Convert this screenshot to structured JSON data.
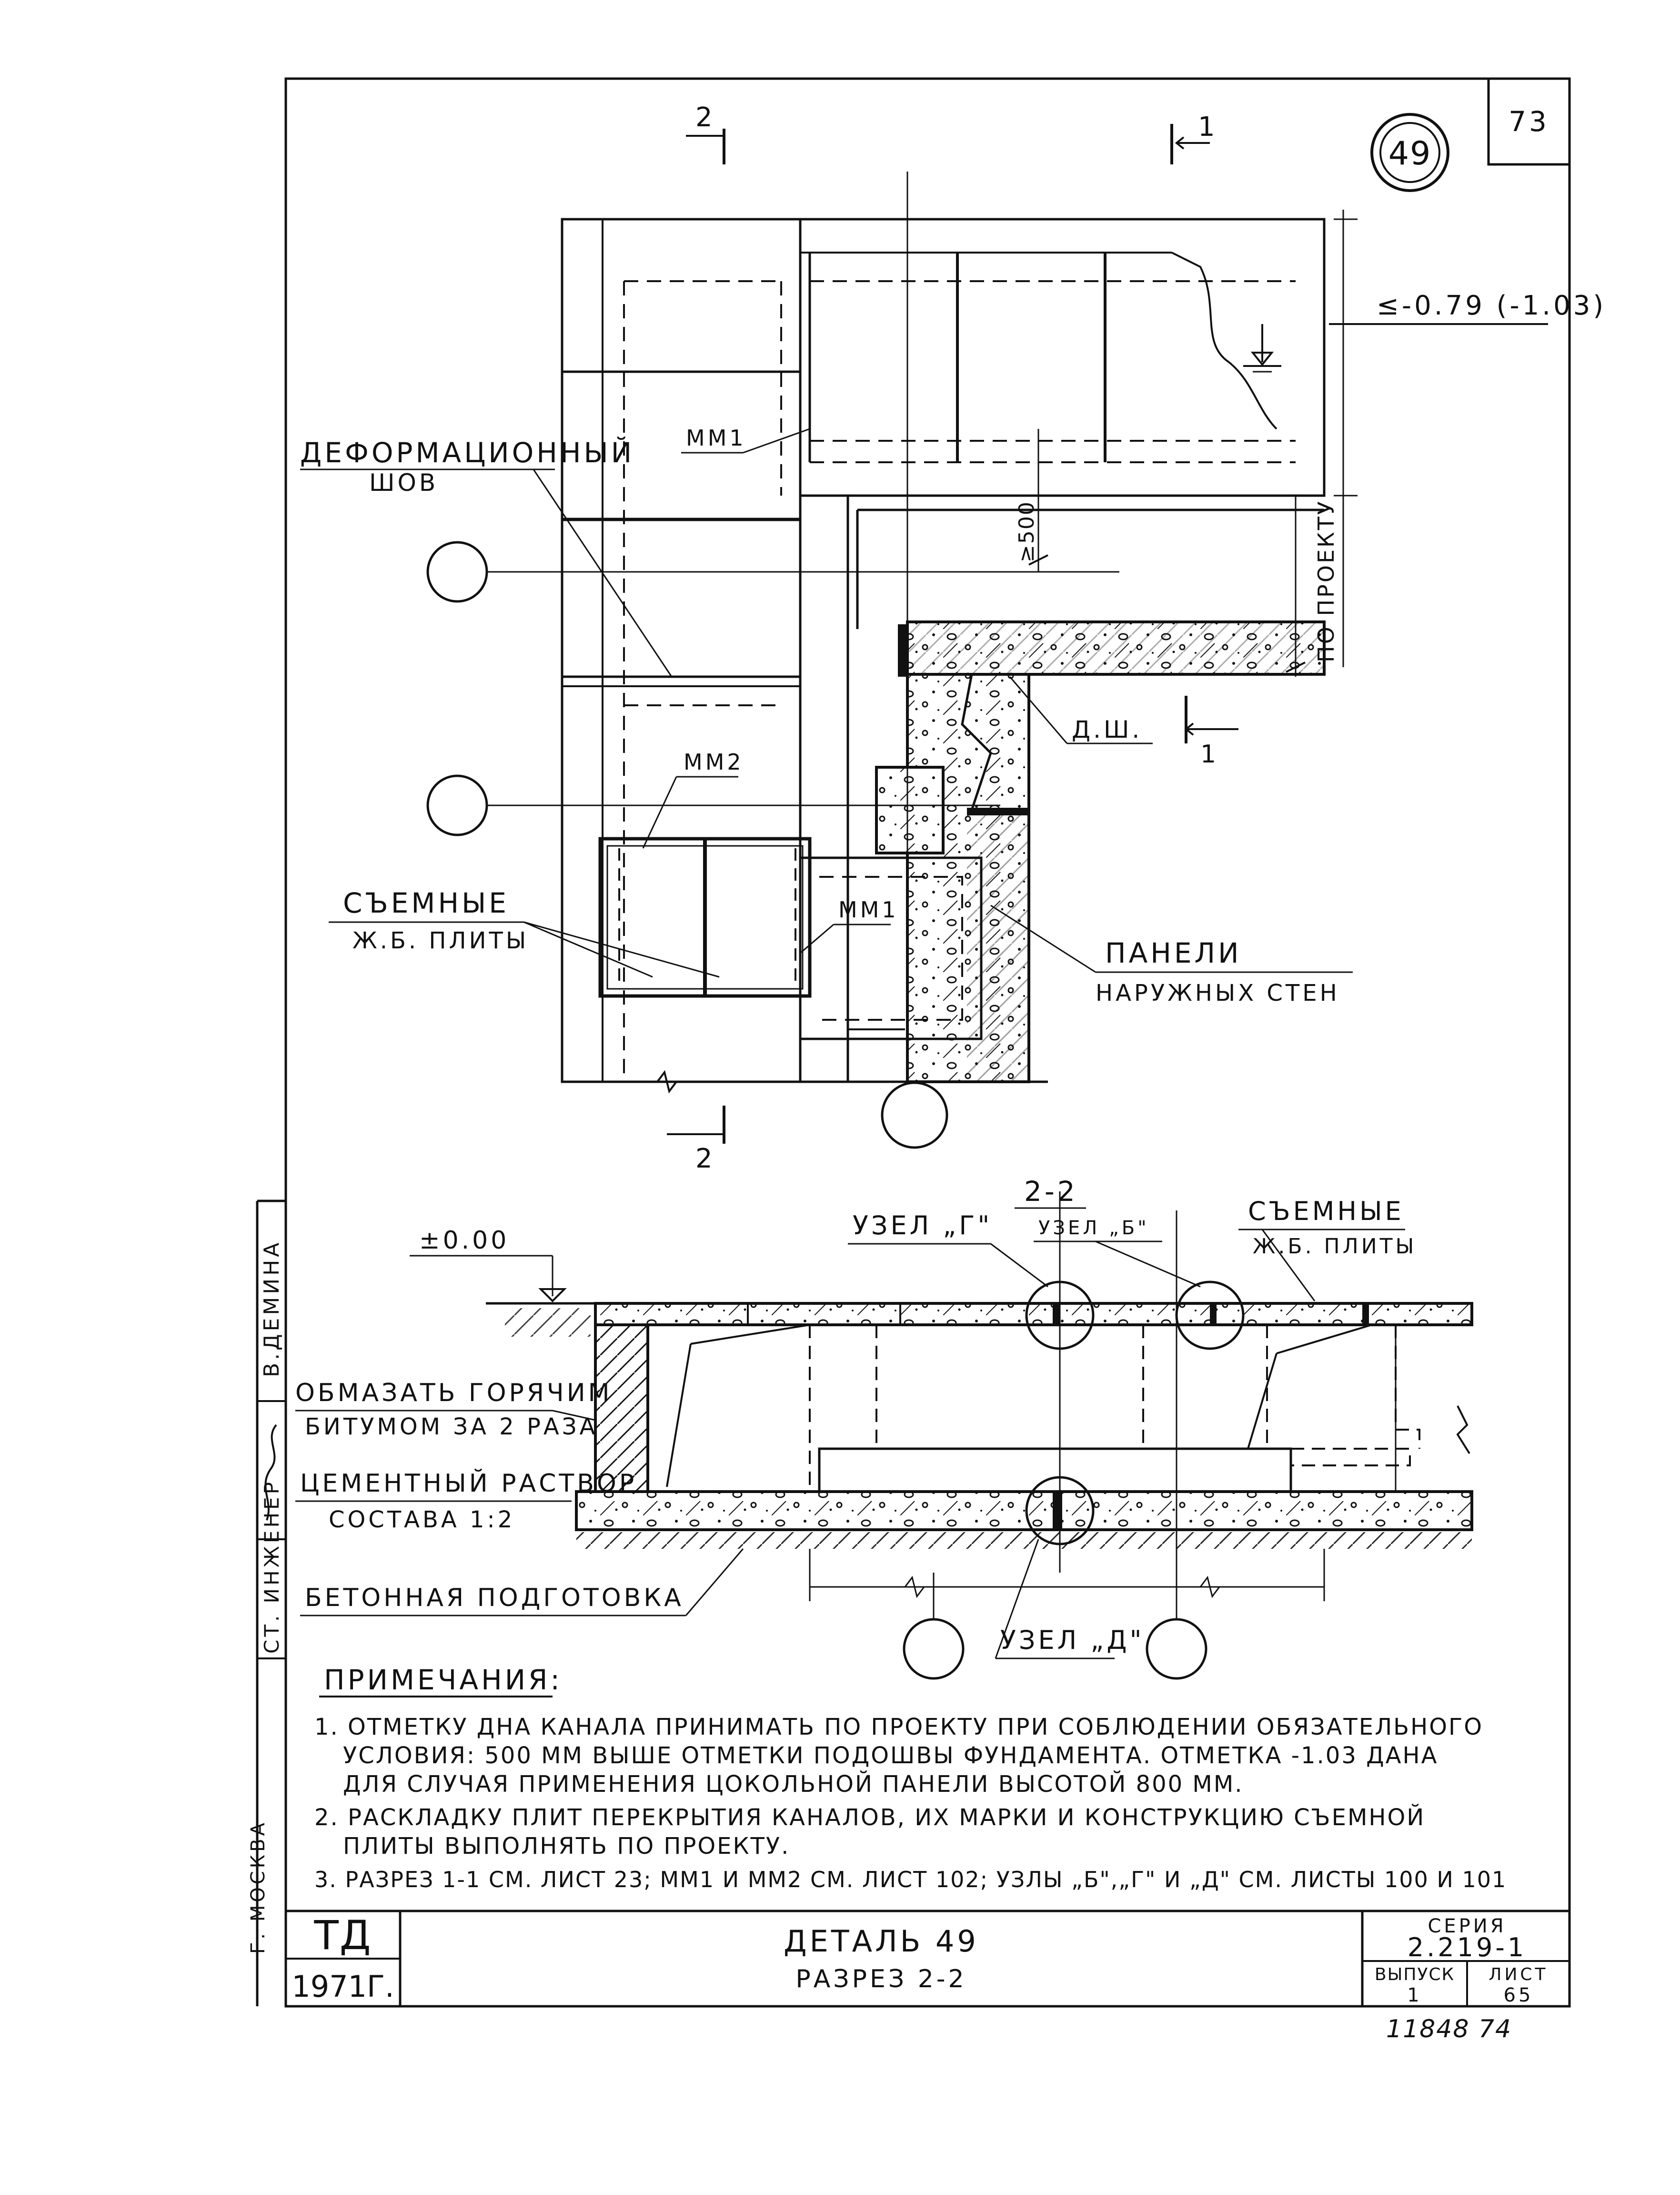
{
  "sheet_number": "73",
  "detail_circle": "49",
  "section_marks": {
    "top_left": "2",
    "top_right": "1",
    "mid_right": "1",
    "bottom": "2"
  },
  "level_mark": "≤-0.79 (-1.03)",
  "labels": {
    "deformation_joint_line1": "Деформационный",
    "deformation_joint_line2": "шов",
    "mm1_upper": "ММ1",
    "mm2": "ММ2",
    "mm1_lower": "ММ1",
    "removable_slabs_line1": "Съемные",
    "removable_slabs_line2": "Ж.Б. плиты",
    "wall_panels_line1": "Панели",
    "wall_panels_line2": "наружных стен",
    "dim_500": "≥500",
    "per_project": "по проекту",
    "d_sh": "Д.Ш."
  },
  "section_2_2": {
    "title": "2-2",
    "zero_level": "±0.00",
    "node_g": "Узел „Г\"",
    "node_b": "Узел „Б\"",
    "removable_line1": "Съемные",
    "removable_line2": "Ж.Б. плиты",
    "coat_line1": "Обмазать горячим",
    "coat_line2": "битумом за 2 раза",
    "mortar_line1": "Цементный раствор",
    "mortar_line2": "состава 1:2",
    "concrete_prep": "Бетонная подготовка",
    "node_d": "Узел „Д\""
  },
  "side_stamp": {
    "engineer": "Ст. инженер",
    "name": "В.Демина",
    "city": "г. Москва"
  },
  "notes": {
    "heading": "Примечания:",
    "items": [
      "1. Отметку дна канала принимать по проекту при соблюдении обязательного",
      "условия: 500 мм выше отметки подошвы фундамента. Отметка -1.03 дана",
      "для случая применения цокольной панели высотой 800 мм.",
      "2. Раскладку плит перекрытия каналов, их марки и конструкцию съемной",
      "плиты выполнять по проекту.",
      "3. Разрез 1-1 см. лист 23;  ММ1 и ММ2 см. лист 102; узлы „Б\",„Г\" и „Д\" см. листы 100 и 101"
    ]
  },
  "title_block": {
    "org": "ТД",
    "year": "1971г.",
    "title": "Деталь 49",
    "subtitle": "Разрез 2-2",
    "series_label": "Серия",
    "series_value": "2.219-1",
    "issue_label": "Выпуск",
    "issue_value": "1",
    "sheet_label": "Лист",
    "sheet_value": "65"
  },
  "footer_number": "11848   74"
}
